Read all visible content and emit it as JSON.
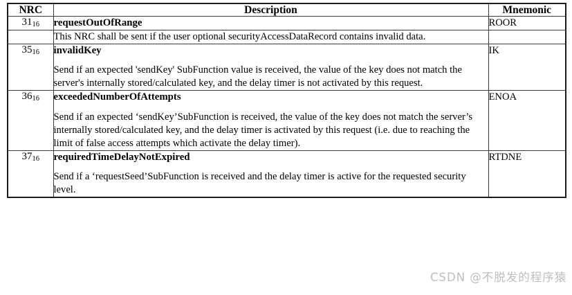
{
  "table": {
    "headers": {
      "nrc": "NRC",
      "description": "Description",
      "mnemonic": "Mnemonic"
    },
    "rows": [
      {
        "nrc_value": "31",
        "nrc_sub": "16",
        "title": "requestOutOfRange",
        "body": "This NRC shall be sent if the user optional securityAccessDataRecord contains invalid data.",
        "mnemonic": "ROOR",
        "split": true
      },
      {
        "nrc_value": "35",
        "nrc_sub": "16",
        "title": "invalidKey",
        "body": "Send if an expected 'sendKey' SubFunction value is received, the value of the key does not match the server's internally stored/calculated key, and the delay timer is not activated by this request.",
        "mnemonic": "IK",
        "split": false
      },
      {
        "nrc_value": "36",
        "nrc_sub": "16",
        "title": "exceededNumberOfAttempts",
        "body": "Send if an expected ‘sendKey’SubFunction is received, the value of the key does not match the server’s internally stored/calculated key, and the delay timer is activated by this request (i.e. due to reaching the limit of false access attempts which activate the delay timer).",
        "mnemonic": "ENOA",
        "split": false
      },
      {
        "nrc_value": "37",
        "nrc_sub": "16",
        "title": "requiredTimeDelayNotExpired",
        "body": "Send if a ‘requestSeed’SubFunction is received and the delay timer is active for the requested security level.",
        "mnemonic": "RTDNE",
        "split": false
      }
    ]
  },
  "watermark": {
    "text": "CSDN @不脱发的程序猿",
    "color": "#bdbdbd"
  },
  "colors": {
    "page_background": "#ffffff",
    "text": "#000000",
    "border_inner": "#3a3a3a",
    "border_outer": "#1a1a1a"
  }
}
